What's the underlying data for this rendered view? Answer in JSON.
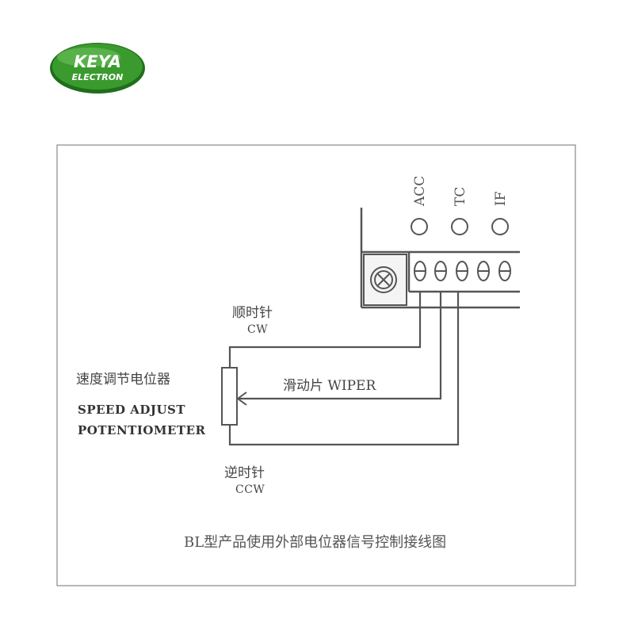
{
  "logo": {
    "line1": "KEYA",
    "line2": "ELECTRON",
    "colors": {
      "fill": "#3a9a2e",
      "dark": "#1f6e1c",
      "text": "#ffffff"
    }
  },
  "terminals": {
    "acc": "ACC",
    "tc": "TC",
    "if": "IF"
  },
  "labels": {
    "cw_cn": "顺时针",
    "cw_en": "CW",
    "pot_cn": "速度调节电位器",
    "pot_en_1": "SPEED ADJUST",
    "pot_en_2": "POTENTIOMETER",
    "wiper": "滑动片 WIPER",
    "ccw_cn": "逆时针",
    "ccw_en": "CCW"
  },
  "caption": "BL型产品使用外部电位器信号控制接线图",
  "colors": {
    "line": "#555555",
    "frame": "#888888"
  }
}
